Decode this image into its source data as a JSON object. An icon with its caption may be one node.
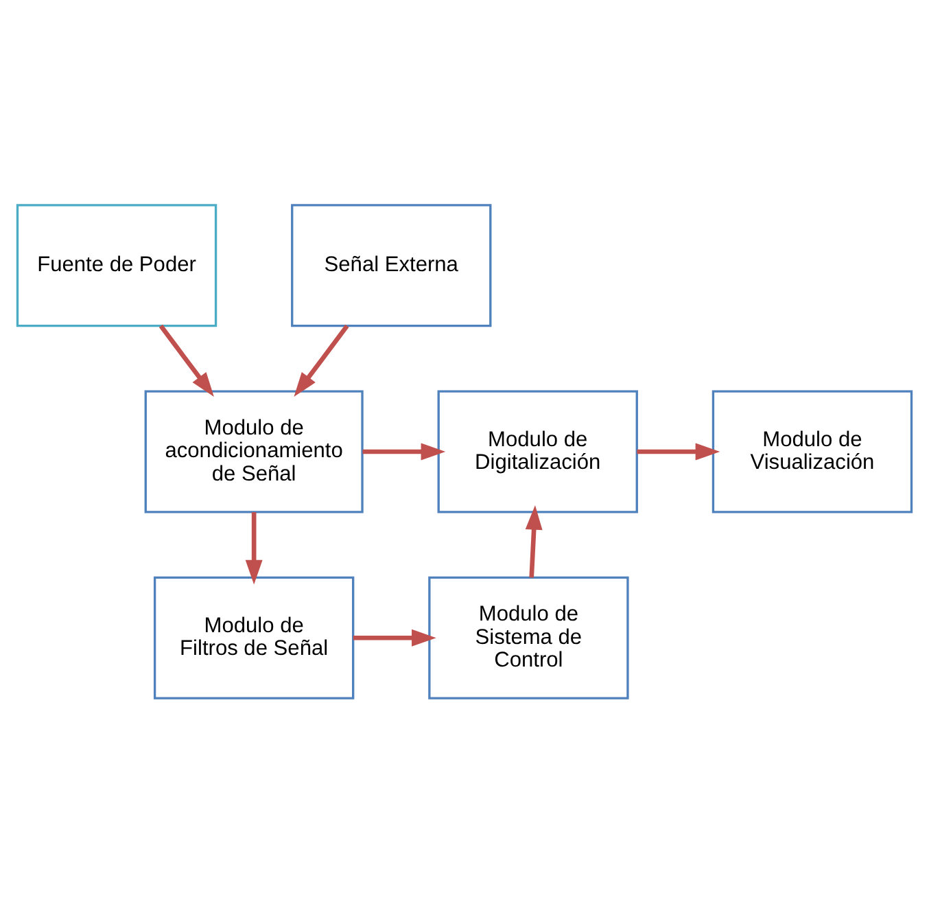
{
  "diagram": {
    "nodes": [
      {
        "text": [
          "Fuente de Poder"
        ]
      },
      {
        "text": [
          "Señal Externa"
        ]
      },
      {
        "text": [
          "Modulo de acondicionamiento de Señal"
        ]
      },
      {
        "text": [
          "Modulo de Digitalización"
        ]
      },
      {
        "text": [
          "Modulo de Visualización"
        ]
      },
      {
        "text": [
          "Modulo de Filtros de Señal"
        ]
      },
      {
        "text": [
          "Modulo de Sistema de Control"
        ]
      }
    ],
    "edges": [
      {
        "from": 0,
        "to": 2,
        "arrow": "to"
      },
      {
        "from": 1,
        "to": 2,
        "arrow": "to"
      },
      {
        "from": 2,
        "to": 3,
        "arrow": "to"
      },
      {
        "from": 3,
        "to": 4,
        "arrow": "to"
      },
      {
        "from": 2,
        "to": 5,
        "arrow": "to"
      },
      {
        "from": 5,
        "to": 6,
        "arrow": "to"
      },
      {
        "from": 6,
        "to": 3,
        "arrow": "to"
      }
    ]
  }
}
